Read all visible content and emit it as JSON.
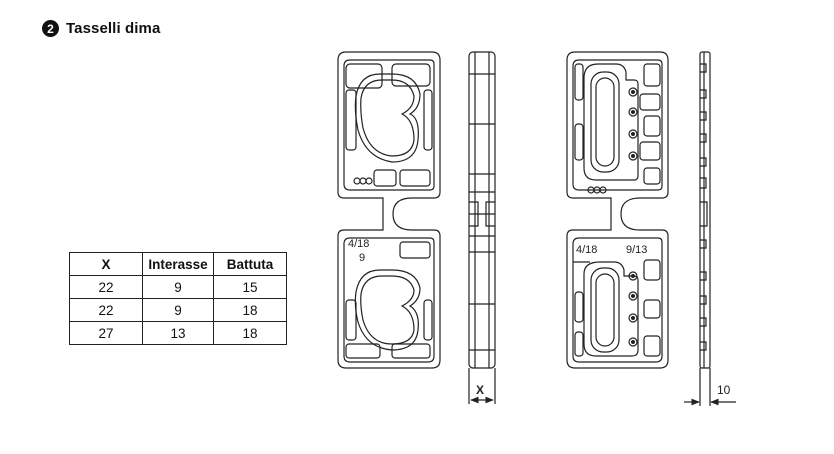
{
  "section": {
    "number": "2",
    "title": "Tasselli dima"
  },
  "table": {
    "headers": [
      "X",
      "Interasse",
      "Battuta"
    ],
    "rows": [
      [
        "22",
        "9",
        "15"
      ],
      [
        "22",
        "9",
        "18"
      ],
      [
        "27",
        "13",
        "18"
      ]
    ]
  },
  "drawing": {
    "labels": {
      "left_top": "4/18",
      "left_bottom": "9",
      "right_left": "4/18",
      "right_right": "9/13",
      "dim_x": "X",
      "dim_10": "10"
    }
  }
}
